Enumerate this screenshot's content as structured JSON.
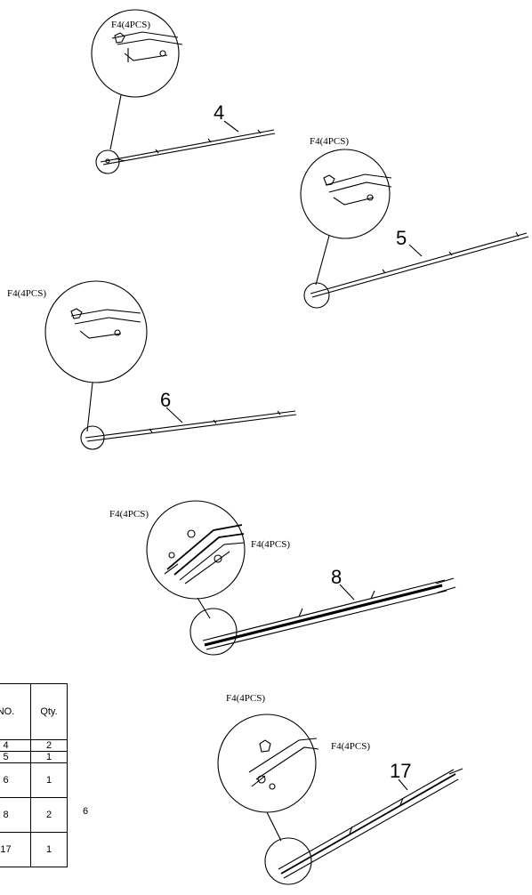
{
  "callouts": {
    "part4": "F4(4PCS)",
    "part5": "F4(4PCS)",
    "part6": "F4(4PCS)",
    "part8_left": "F4(4PCS)",
    "part8_right": "F4(4PCS)",
    "part17_top": "F4(4PCS)",
    "part17_right": "F4(4PCS)"
  },
  "part_numbers": {
    "p4": "4",
    "p5": "5",
    "p6": "6",
    "p8": "8",
    "p17": "17"
  },
  "table": {
    "header_no": "NO.",
    "header_qty": "Qty.",
    "rows": [
      {
        "no": "4",
        "qty": "2"
      },
      {
        "no": "5",
        "qty": "1"
      },
      {
        "no": "6",
        "qty": "1"
      },
      {
        "no": "8",
        "qty": "2"
      },
      {
        "no": "17",
        "qty": "1"
      }
    ]
  },
  "step_number": "6"
}
